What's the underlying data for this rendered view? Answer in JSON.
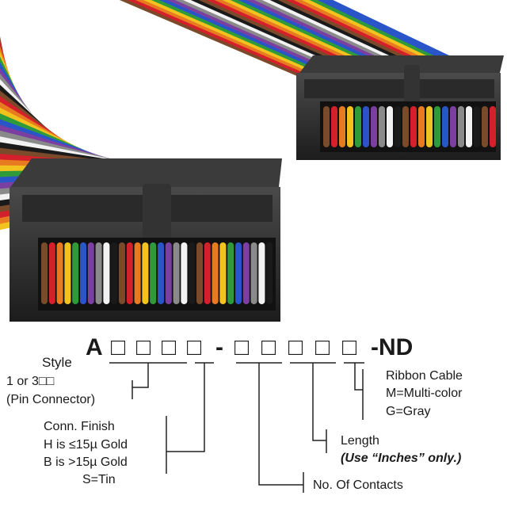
{
  "photo": {
    "subject": "two ribbon cable connectors",
    "wire_colors": [
      "#7a4a2a",
      "#d4202a",
      "#e87a20",
      "#f2c21e",
      "#2f9a3a",
      "#2a55c8",
      "#7a3fa0",
      "#8a8a8a",
      "#f2f2f2",
      "#1a1a1a"
    ]
  },
  "part_number": {
    "prefix": "A",
    "boxes_group1": [
      "□",
      "□",
      "□",
      "□"
    ],
    "dash": "-",
    "boxes_group2": [
      "□",
      "□",
      "□",
      "□",
      "□"
    ],
    "suffix": "-ND"
  },
  "labels": {
    "style_title": "Style",
    "style_line1": "1 or 3□□",
    "style_line2": "(Pin Connector)",
    "finish_title": "Conn. Finish",
    "finish_line1": "H is ≤15µ Gold",
    "finish_line2": "B is >15µ Gold",
    "finish_line3": "S=Tin",
    "contacts": "No. Of Contacts",
    "length_title": "Length",
    "length_note": "(Use “Inches” only.)",
    "ribbon_title": "Ribbon Cable",
    "ribbon_line1": "M=Multi-color",
    "ribbon_line2": "G=Gray"
  }
}
